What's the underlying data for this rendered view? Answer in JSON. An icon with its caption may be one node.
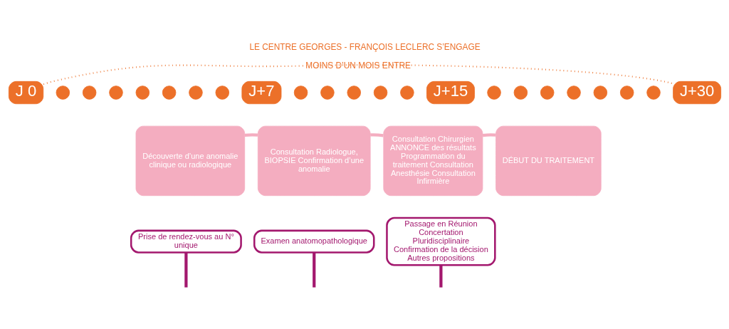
{
  "diagram": {
    "title": "LE CENTRE GEORGES - FRANÇOIS LECLERC S’ENGAGE",
    "nodes": [
      {
        "text": [
          "J 0"
        ]
      },
      {
        "text": [],
        "shape": "circle"
      },
      {
        "text": [],
        "shape": "circle"
      },
      {
        "text": [],
        "shape": "circle"
      },
      {
        "text": [],
        "shape": "circle"
      },
      {
        "text": [],
        "shape": "circle"
      },
      {
        "text": [],
        "shape": "circle"
      },
      {
        "text": [],
        "shape": "circle"
      },
      {
        "text": [
          "J+7"
        ]
      },
      {
        "text": [],
        "shape": "circle"
      },
      {
        "text": [],
        "shape": "circle"
      },
      {
        "text": [],
        "shape": "circle"
      },
      {
        "text": [],
        "shape": "circle"
      },
      {
        "text": [],
        "shape": "circle"
      },
      {
        "text": [
          "J+15"
        ]
      },
      {
        "text": [],
        "shape": "circle"
      },
      {
        "text": [],
        "shape": "circle"
      },
      {
        "text": [],
        "shape": "circle"
      },
      {
        "text": [],
        "shape": "circle"
      },
      {
        "text": [],
        "shape": "circle"
      },
      {
        "text": [],
        "shape": "circle"
      },
      {
        "text": [],
        "shape": "circle"
      },
      {
        "text": [
          "J+30"
        ]
      },
      {
        "text": [
          "Découverte d’une anomalie clinique ou radiologique"
        ]
      },
      {
        "text": [
          "Consultation Radiologue, BIOPSIE Confirmation d’une anomalie"
        ]
      },
      {
        "text": [
          "Consultation Chirurgien ANNONCE des résultats Programmation du traitement Consultation Anesthésie Consultation Infirmière"
        ]
      },
      {
        "text": [
          "DÉBUT DU TRAITEMENT"
        ]
      },
      {
        "text": [
          "Prise de rendez-vous au N° unique"
        ]
      },
      {
        "text": [
          "Examen anatomopathologique"
        ]
      },
      {
        "text": [
          "Passage en Réunion Concertation Pluridisciplinaire Confirmation de la décision Autres propositions"
        ]
      }
    ],
    "edges": [
      {
        "from": 0,
        "to": 22,
        "arrow": "none",
        "style": "dashed",
        "color": "#ec7029",
        "label": "MOINS D’UN MOIS ENTRE"
      },
      {
        "from": 23,
        "to": 24,
        "arrow": "none",
        "color": "#f4adc0"
      },
      {
        "from": 24,
        "to": 25,
        "arrow": "none",
        "color": "#f4adc0"
      },
      {
        "from": 25,
        "to": 26,
        "arrow": "none",
        "color": "#f4adc0"
      },
      {
        "from": 27,
        "to": null,
        "arrow": "none",
        "color": "#a3186e"
      },
      {
        "from": 28,
        "to": null,
        "arrow": "none",
        "color": "#a3186e"
      },
      {
        "from": 29,
        "to": null,
        "arrow": "none",
        "color": "#a3186e"
      }
    ]
  }
}
